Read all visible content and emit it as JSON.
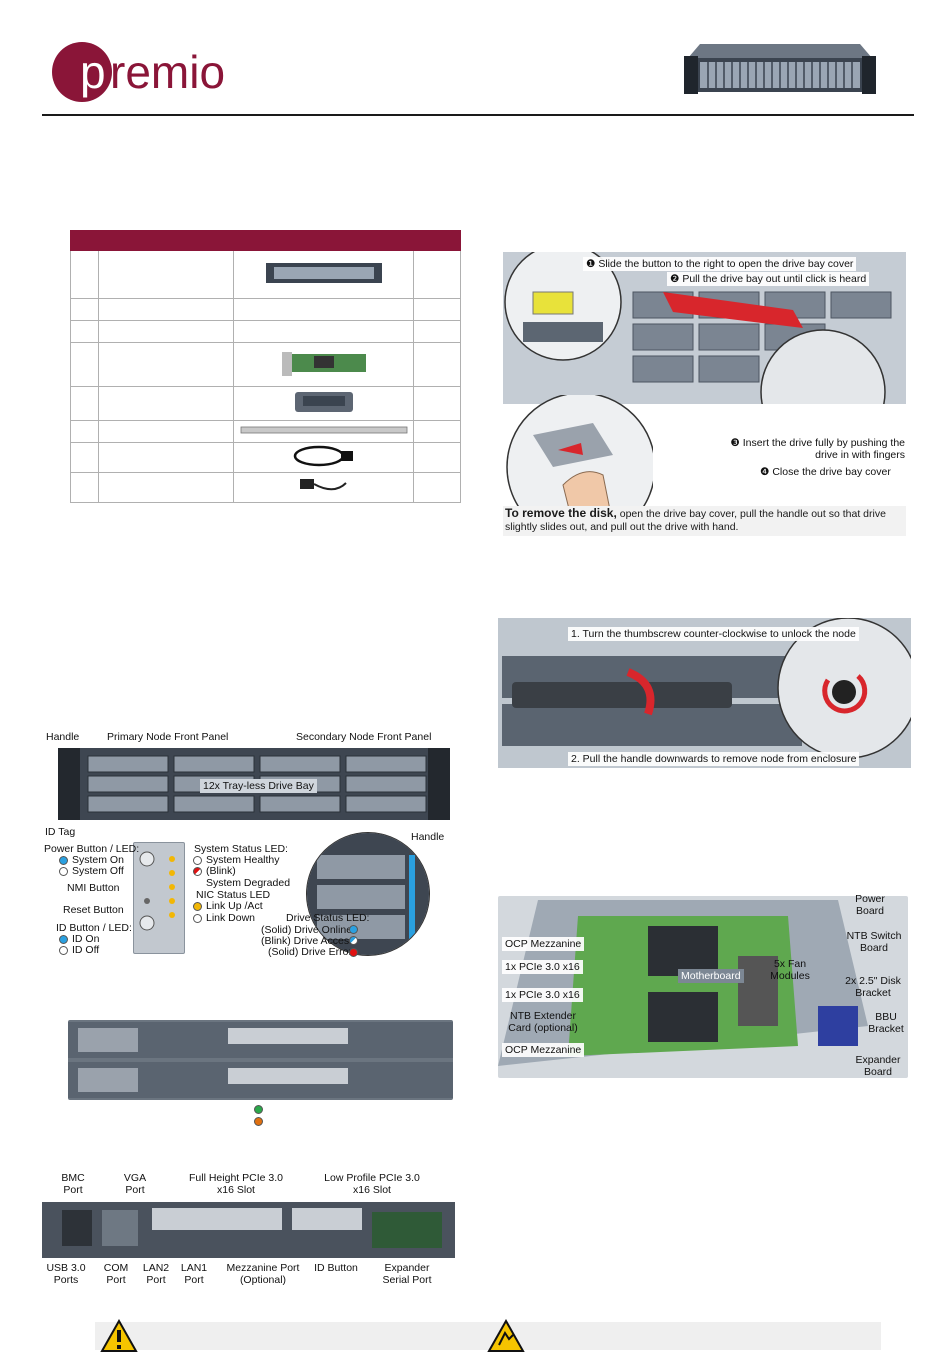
{
  "brand": {
    "name": "premio",
    "accent": "#8a1538"
  },
  "table_rows": 8,
  "drive_bay": {
    "step1": "Slide the button to the right to open the drive bay cover",
    "step2": "Pull the drive bay out until click is heard",
    "step3": "Insert the drive fully by pushing the drive in with fingers",
    "step4": "Close the drive bay cover",
    "remove_bold": "To remove the disk,",
    "remove_rest": "open the drive bay cover, pull the handle out so that drive slightly slides out, and pull out the drive with hand."
  },
  "node_removal": {
    "step1": "1. Turn the thumbscrew counter-clockwise to unlock the node",
    "step2": "2. Pull the handle downwards to remove node from enclosure"
  },
  "front_panel": {
    "handle_left": "Handle",
    "primary": "Primary Node Front Panel",
    "secondary": "Secondary Node Front Panel",
    "drive_bay": "12x Tray-less Drive Bay",
    "id_tag": "ID Tag",
    "handle_right": "Handle",
    "power_button": "Power Button / LED:",
    "system_on": "System On",
    "system_off": "System Off",
    "nmi": "NMI Button",
    "reset": "Reset Button",
    "id_button": "ID Button / LED:",
    "id_on": "ID On",
    "id_off": "ID Off",
    "sys_status": "System Status LED:",
    "sys_healthy": "System Healthy",
    "blink": "(Blink)",
    "sys_degraded": "System Degraded",
    "nic_status": "NIC Status LED",
    "link_up": "Link Up /Act",
    "link_down": "Link Down",
    "drive_status": "Drive Status LED:",
    "drive_online": "(Solid) Drive Online",
    "drive_access": "(Blink) Drive Access",
    "drive_error": "(Solid) Drive Error"
  },
  "rear_panel": {
    "bmc": "BMC Port",
    "vga": "VGA Port",
    "full_height": "Full Height PCIe 3.0 x16 Slot",
    "low_profile": "Low Profile PCIe 3.0 x16 Slot",
    "usb": "USB 3.0 Ports",
    "com": "COM Port",
    "lan2": "LAN2 Port",
    "lan1": "LAN1 Port",
    "mezz": "Mezzanine Port (Optional)",
    "id": "ID Button",
    "expander": "Expander Serial Port"
  },
  "internal": {
    "power_board": "Power Board",
    "ntb_switch": "NTB Switch Board",
    "ocp1": "OCP Mezzanine",
    "pcie1": "1x PCIe 3.0 x16",
    "motherboard": "Motherboard",
    "fans": "5x Fan Modules",
    "disk_bracket": "2x 2.5\" Disk Bracket",
    "pcie2": "1x PCIe 3.0 x16",
    "ntb_ext": "NTB Extender Card (optional)",
    "bbu": "BBU Bracket",
    "ocp2": "OCP Mezzanine",
    "expander": "Expander Board"
  },
  "colors": {
    "blue_led": "#2aa0e0",
    "amber_led": "#f2b705",
    "red_led": "#e01010",
    "green_led": "#2aa84a",
    "orange_led": "#e07010"
  }
}
